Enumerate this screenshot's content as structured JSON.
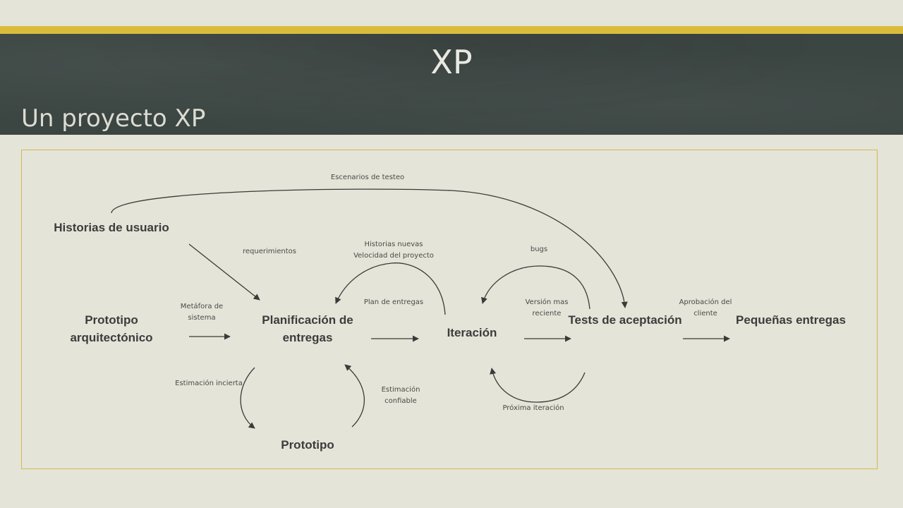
{
  "slide": {
    "title": "XP",
    "subtitle": "Un proyecto XP"
  },
  "diagram": {
    "nodes": {
      "historias": "Historias de usuario",
      "prototipo_arq": [
        "Prototipo",
        "arquitectónico"
      ],
      "planificacion": [
        "Planificación de",
        "entregas"
      ],
      "iteracion": "Iteración",
      "tests": "Tests de aceptación",
      "pequenas": "Pequeñas entregas",
      "prototipo": "Prototipo"
    },
    "labels": {
      "escenarios": "Escenarios de testeo",
      "requerimientos": "requerimientos",
      "historias_nuevas": [
        "Historias nuevas",
        "Velocidad del proyecto"
      ],
      "bugs": "bugs",
      "metafora": [
        "Metáfora de",
        "sistema"
      ],
      "plan_entregas": "Plan de entregas",
      "version": [
        "Versión mas",
        "reciente"
      ],
      "aprobacion": [
        "Aprobación del",
        "cliente"
      ],
      "estimacion_incierta": "Estimación incierta",
      "estimacion_confiable": [
        "Estimación",
        "confiable"
      ],
      "proxima": "Próxima iteración"
    },
    "colors": {
      "arrow": "#3a3a3a",
      "node_text": "#3c3c3c",
      "frame": "#d4b94a",
      "accent_bar": "#d9bd3a",
      "header_bg": "#3b4542"
    }
  }
}
